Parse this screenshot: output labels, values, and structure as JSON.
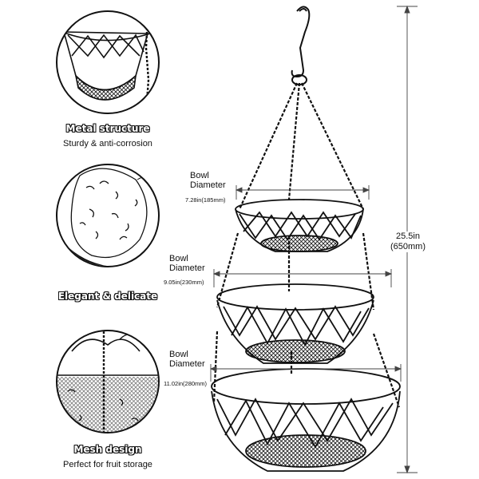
{
  "features": [
    {
      "title": "Metal structure",
      "subtitle": "Sturdy & anti-corrosion",
      "icon": "basket-closeup-icon"
    },
    {
      "title": "Elegant & delicate",
      "subtitle": "",
      "icon": "fruit-closeup-icon"
    },
    {
      "title": "Mesh design",
      "subtitle": "Perfect for fruit storage",
      "icon": "mesh-closeup-icon"
    }
  ],
  "baskets": [
    {
      "label_line1": "Bowl",
      "label_line2": "Diameter",
      "diameter": "7.28in(185mm)"
    },
    {
      "label_line1": "Bowl",
      "label_line2": "Diameter",
      "diameter": "9.05in(230mm)"
    },
    {
      "label_line1": "Bowl",
      "label_line2": "Diameter",
      "diameter": "11.02in(280mm)"
    }
  ],
  "total_height": {
    "line1": "25.5in",
    "line2": "(650mm)"
  },
  "colors": {
    "line": "#111111",
    "background": "#ffffff"
  }
}
